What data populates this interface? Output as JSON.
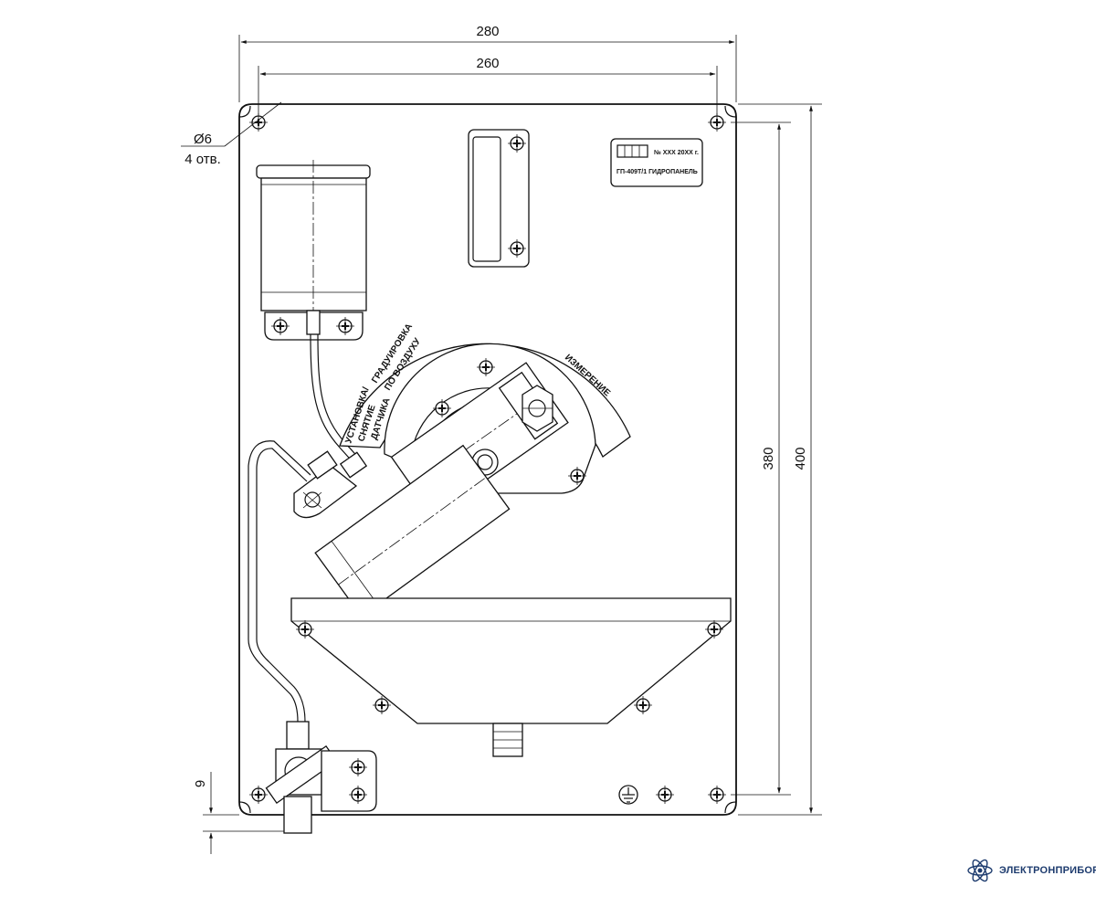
{
  "dimensions": {
    "overall_width": "280",
    "hole_spacing_x": "260",
    "hole_diameter": "Ø6",
    "hole_count": "4 отв.",
    "hole_spacing_y": "380",
    "overall_height": "400",
    "offset": "9"
  },
  "scale_labels": {
    "install": "УСТАНОВКА/",
    "remove": "СНЯТИЕ",
    "sensor": "ДАТЧИКА",
    "calibration": "ГРАДУИРОВКА",
    "by_air": "ПО ВОЗДУХУ",
    "measurement": "ИЗМЕРЕНИЕ"
  },
  "nameplate": {
    "serial": "№ XXX 20XX г.",
    "model": "ГП-409Т/1 ГИДРОПАНЕЛЬ"
  },
  "brand": {
    "name": "ЭЛЕКТРОНПРИБОР",
    "logo_icon": "atom-icon",
    "accent_color": "#1d3b6e"
  },
  "icons": {
    "ground": "ground-symbol-icon",
    "screw": "screw-cross-icon"
  }
}
